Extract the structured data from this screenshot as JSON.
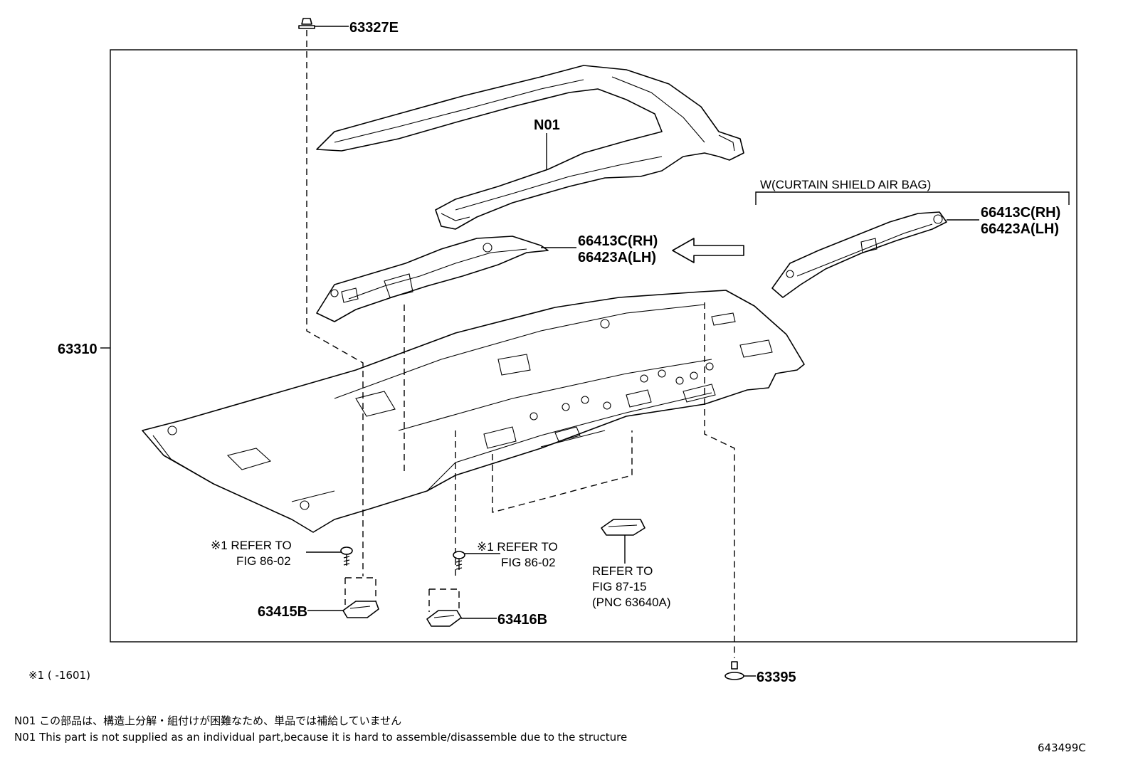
{
  "labels": {
    "p63327e": "63327E",
    "p63310": "63310",
    "n01": "N01",
    "cond_curtain": "W(CURTAIN SHIELD AIR BAG)",
    "p66413c_a": "66413C(RH)",
    "p66423a_a": "66423A(LH)",
    "p66413c_b": "66413C(RH)",
    "p66423a_b": "66423A(LH)",
    "ref1_a_line1": "※1 REFER TO",
    "ref1_a_line2": "FIG 86-02",
    "ref1_b_line1": "※1 REFER TO",
    "ref1_b_line2": "FIG 86-02",
    "ref87_line1": "REFER TO",
    "ref87_line2": "FIG 87-15",
    "ref87_line3": "(PNC 63640A)",
    "p63415b": "63415B",
    "p63416b": "63416B",
    "p63395": "63395"
  },
  "notes": {
    "footnote1": "※1 (      -1601)",
    "n01_ja": "N01 この部品は、構造上分解・組付けが困難なため、単品では補給していません",
    "n01_en": "N01 This part is not supplied as an individual part,because it is hard to assemble/disassemble due to the structure",
    "diagram_code": "643499C"
  }
}
